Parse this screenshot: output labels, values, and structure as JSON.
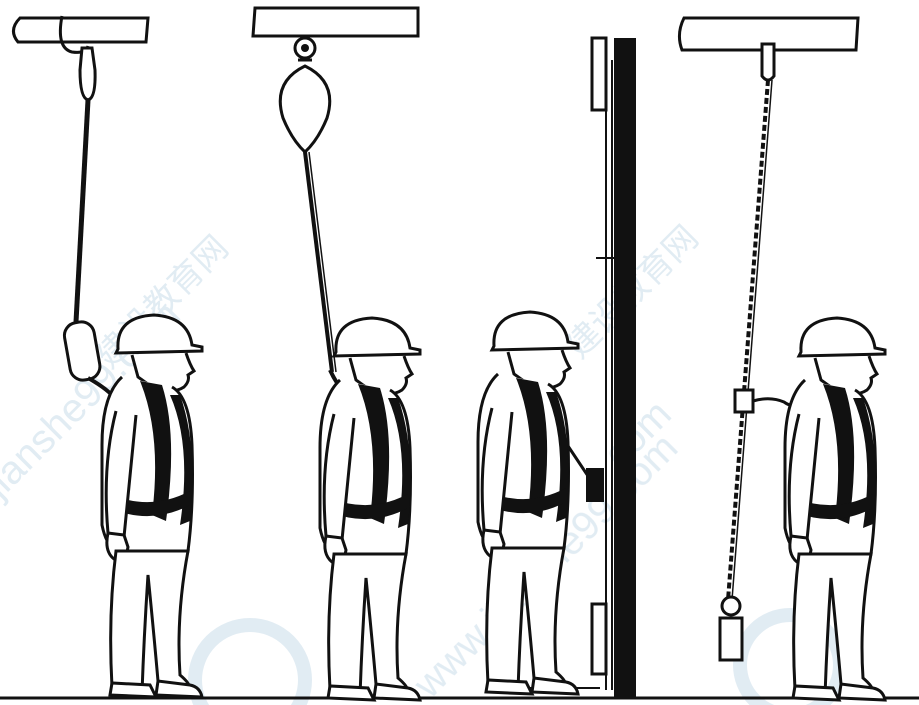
{
  "colors": {
    "background": "#ffffff",
    "ink": "#111111",
    "fill": "#ffffff",
    "watermark": "#c9dce9"
  },
  "watermark": {
    "texts": [
      "jianshe99.com",
      "建设教育网",
      "www.jianshe99.com"
    ]
  },
  "figures": [
    {
      "system": "rope-with-shock-absorber"
    },
    {
      "system": "self-retracting-lifeline"
    },
    {
      "system": "vertical-rigid-rail"
    },
    {
      "system": "vertical-lifeline-rope-grab"
    }
  ]
}
